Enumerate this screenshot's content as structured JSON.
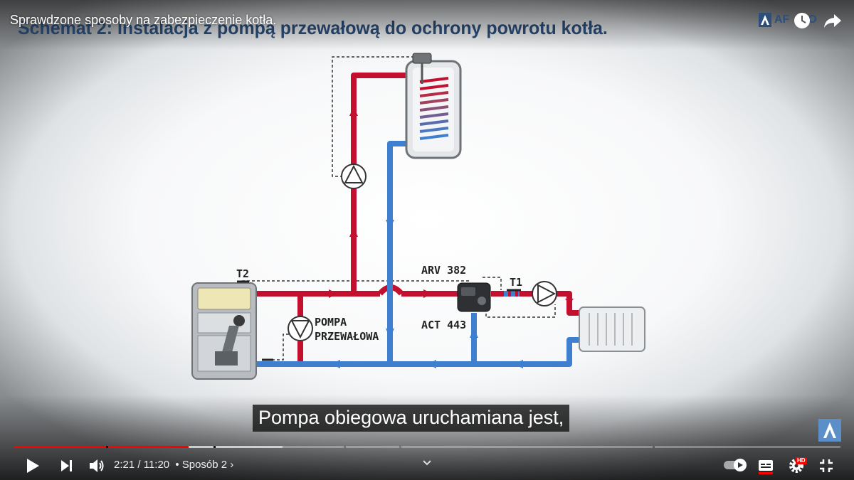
{
  "video": {
    "title": "Sprawdzone sposoby na zabezpieczenie kotła.",
    "channel_logo_text": "AF",
    "channel_logo_text2": "O"
  },
  "diagram": {
    "heading": "Schemat 2: Instalacja z pompą przewałową do ochrony powrotu kotła.",
    "labels": {
      "t2": "T2",
      "t1": "T1",
      "arv": "ARV 382",
      "act": "ACT 443",
      "pompa_line1": "POMPA",
      "pompa_line2": "PRZEWAŁOWA"
    },
    "colors": {
      "supply": "#c3102e",
      "return": "#3f7fcf"
    }
  },
  "caption": {
    "text": "Pompa obiegowa uruchamiana jest,"
  },
  "controls": {
    "current_time": "2:21",
    "separator": " / ",
    "duration": "11:20",
    "chapter": "• Sposób 2 ›",
    "hd_badge": "HD"
  },
  "progress": {
    "played_fraction": 0.212,
    "buffered_fraction": 0.325
  }
}
